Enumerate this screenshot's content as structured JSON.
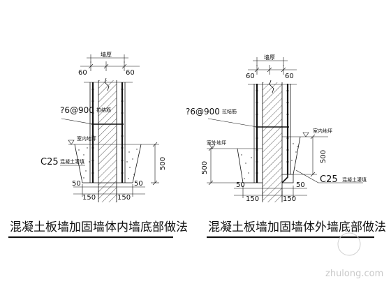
{
  "left": {
    "dim_top_label": "墙厚",
    "dim_left": "60",
    "dim_right": "60",
    "rebar_label": "?6@900",
    "rebar_desc": "拉结筋",
    "floor_label": "室内地坪",
    "concrete_grade": "C25",
    "concrete_desc": "混凝土灌填",
    "height_dim": "500",
    "bottom_left": "50",
    "bottom_right": "50",
    "base_left": "150",
    "base_right": "150",
    "title": "混凝土板墙加固墙体内墙底部做法"
  },
  "right": {
    "dim_top_label": "墙厚",
    "dim_left": "60",
    "dim_right": "60",
    "rebar_label": "?6@900",
    "rebar_desc": "拉结筋",
    "floor_in_label": "室内地坪",
    "floor_out_label": "室外地坪",
    "height_left": "500",
    "height_right": "500",
    "concrete_grade": "C25",
    "concrete_desc": "混凝土灌填",
    "bottom_left": "50",
    "bottom_right": "50",
    "base_left": "150",
    "base_right": "150",
    "title": "混凝土板墙加固墙体外墙底部做法"
  },
  "watermark": {
    "text": "zhulong.com"
  }
}
